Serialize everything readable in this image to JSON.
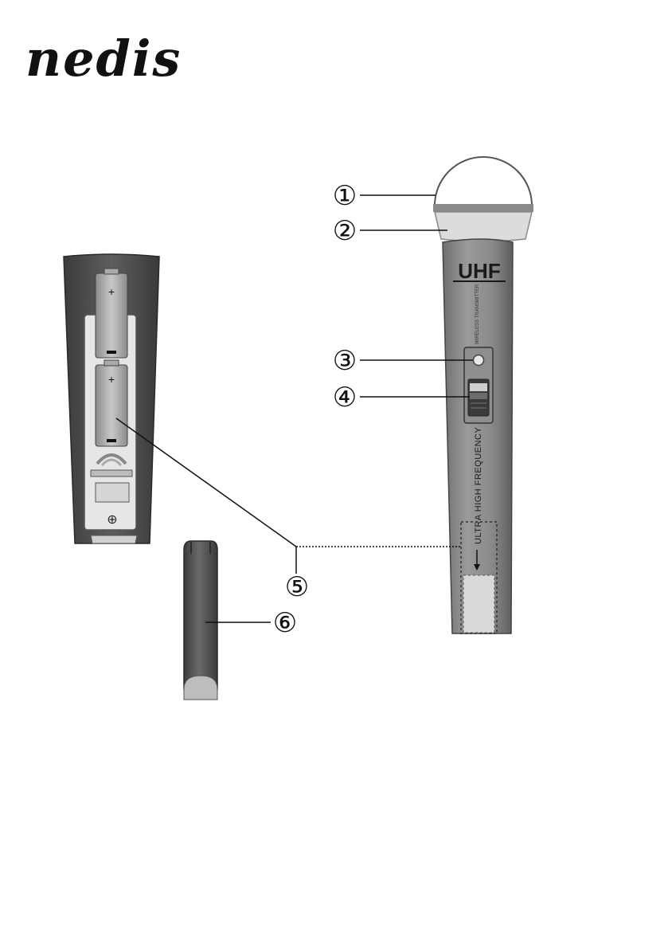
{
  "brand": {
    "logo_text": "nedis"
  },
  "microphone": {
    "model_label": "UHF",
    "small_caption": "WIRELESS TRANSMITTER",
    "side_label": "ULTRA HIGH FREQUENCY"
  },
  "battery_marks": {
    "plus": "+",
    "minus": "−",
    "contact": "⊕"
  },
  "callouts": [
    "①",
    "②",
    "③",
    "④",
    "⑤",
    "⑥"
  ]
}
